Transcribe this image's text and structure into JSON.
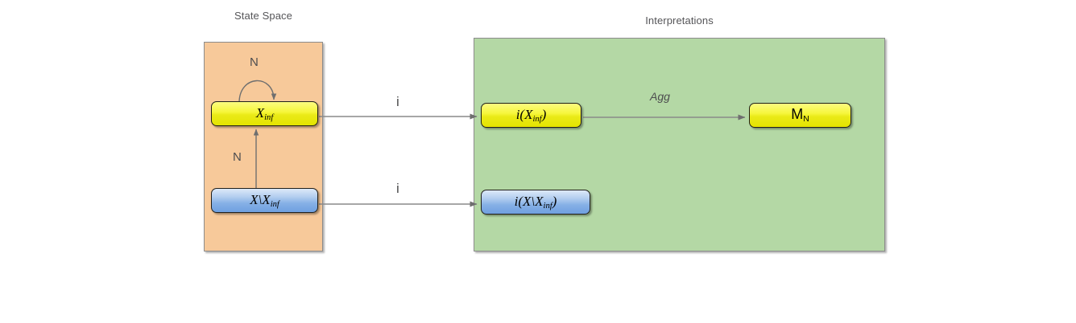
{
  "diagram": {
    "title_state_space": "State Space",
    "title_interpretations": "Interpretations",
    "panels": [
      {
        "name": "state-space",
        "label": "State Space",
        "fill": "#f7c99a",
        "stroke": "#8c8c8c"
      },
      {
        "name": "interpretations",
        "label": "Interpretations",
        "fill": "#b4d8a5",
        "stroke": "#8c8c8c"
      }
    ],
    "nodes": [
      {
        "id": "x-inf",
        "text": "X",
        "sub": "inf",
        "color": "#e4e400",
        "style": "yellow"
      },
      {
        "id": "x-minus",
        "text": "X\\X",
        "sub": "inf",
        "color": "#86b0e6",
        "style": "blue"
      },
      {
        "id": "i-x-inf",
        "text": "i(X",
        "sub": "inf",
        "suffix": ")",
        "color": "#e4e400",
        "style": "yellow"
      },
      {
        "id": "m-n",
        "text": "M",
        "sub": "N",
        "color": "#e4e400",
        "style": "yellow"
      },
      {
        "id": "i-x-minus",
        "text": "i(X\\X",
        "sub": "inf",
        "suffix": ")",
        "color": "#86b0e6",
        "style": "blue"
      }
    ],
    "edges": [
      {
        "id": "self-loop-n",
        "label": "N",
        "from": "x-inf",
        "to": "x-inf"
      },
      {
        "id": "x-minus-to-x-inf",
        "label": "N",
        "from": "x-minus",
        "to": "x-inf"
      },
      {
        "id": "x-inf-to-i-x-inf",
        "label": "i",
        "from": "x-inf",
        "to": "i-x-inf"
      },
      {
        "id": "x-minus-to-i-x-minus",
        "label": "i",
        "from": "x-minus",
        "to": "i-x-minus"
      },
      {
        "id": "i-x-inf-to-m-n",
        "label": "Agg",
        "from": "i-x-inf",
        "to": "m-n"
      }
    ],
    "colors": {
      "panel_state_space": "#f7c99a",
      "panel_interpretations": "#b4d8a5",
      "node_yellow": "#e4e400",
      "node_blue": "#86b0e6",
      "edge": "#777777",
      "text": "#4d4d4f"
    }
  }
}
